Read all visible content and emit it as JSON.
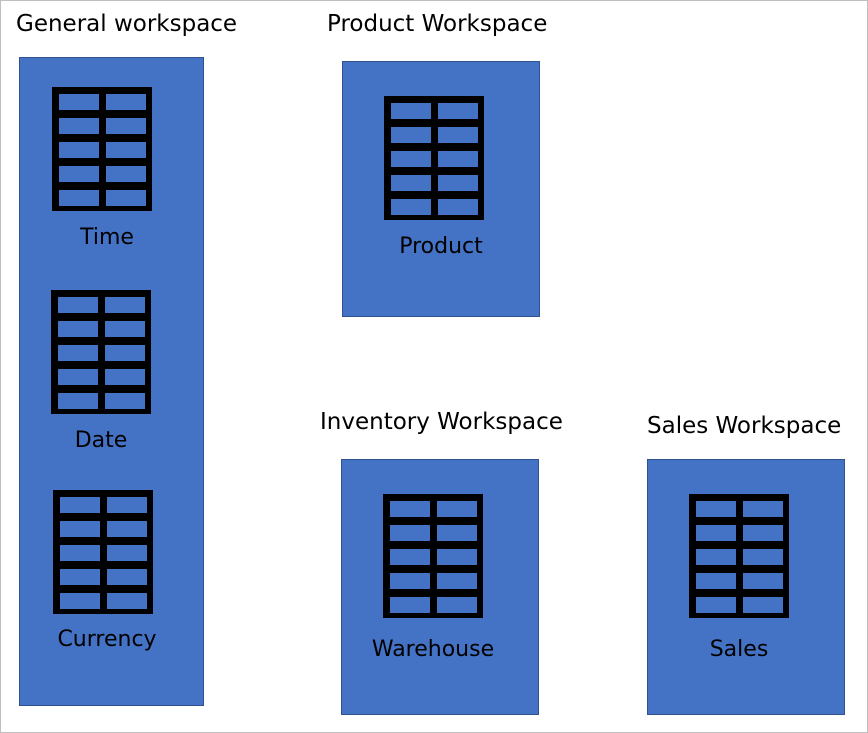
{
  "colors": {
    "workspace_fill": "#4472c4",
    "workspace_border": "#2f528f",
    "table_frame": "#000000"
  },
  "workspaces": [
    {
      "id": "general",
      "title": "General workspace",
      "tables": [
        {
          "label": "Time",
          "icon": "table-icon"
        },
        {
          "label": "Date",
          "icon": "table-icon"
        },
        {
          "label": "Currency",
          "icon": "table-icon"
        }
      ]
    },
    {
      "id": "product",
      "title": "Product Workspace",
      "tables": [
        {
          "label": "Product",
          "icon": "table-icon"
        }
      ]
    },
    {
      "id": "inventory",
      "title": "Inventory Workspace",
      "tables": [
        {
          "label": "Warehouse",
          "icon": "table-icon"
        }
      ]
    },
    {
      "id": "sales",
      "title": "Sales Workspace",
      "tables": [
        {
          "label": "Sales",
          "icon": "table-icon"
        }
      ]
    }
  ]
}
